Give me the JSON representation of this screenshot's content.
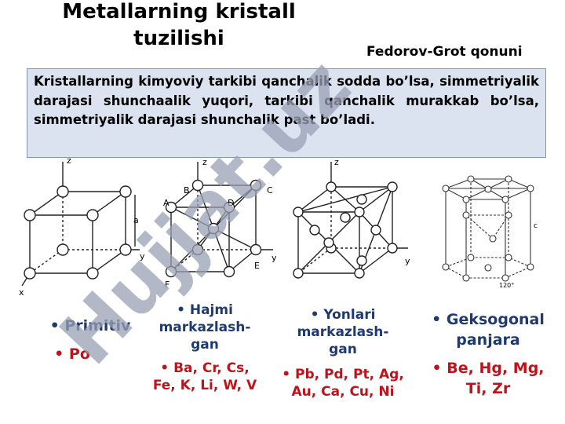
{
  "title": "Metallarning kristall tuzilishi",
  "law": "Fedorov-Grot qonuni",
  "definition": "Kristallarning kimyoviy tarkibi qanchalik sodda bo’lsa, simmetriyalik darajasi shunchaalik yuqori, tarkibi qanchalik murakkab bo’lsa, simmetriyalik darajasi shunchalik past bo’ladi.",
  "watermark": "Hujjat.uz",
  "diagram_labels": {
    "z": "z",
    "y": "y",
    "x": "x",
    "a": "a",
    "A": "A",
    "B": "B",
    "C": "C",
    "D": "D",
    "E": "E",
    "F": "F",
    "c": "c",
    "angle": "120°"
  },
  "columns": [
    {
      "heading": "Primitiv",
      "metals": "Po"
    },
    {
      "heading": "Hajmi markazlash-gan",
      "metals": "Ba, Cr, Cs, Fe, K, Li, W, V"
    },
    {
      "heading": "Yonlari markazlash-gan",
      "metals": "Pb, Pd, Pt, Ag, Au, Ca, Cu, Ni"
    },
    {
      "heading": "Geksogonal panjara",
      "metals": "Be, Hg, Mg, Ti, Zr"
    }
  ],
  "colors": {
    "heading": "#1f3a6e",
    "metals": "#c0121b",
    "box_bg": "#dbe3f1",
    "watermark": "#9aa0b4"
  }
}
